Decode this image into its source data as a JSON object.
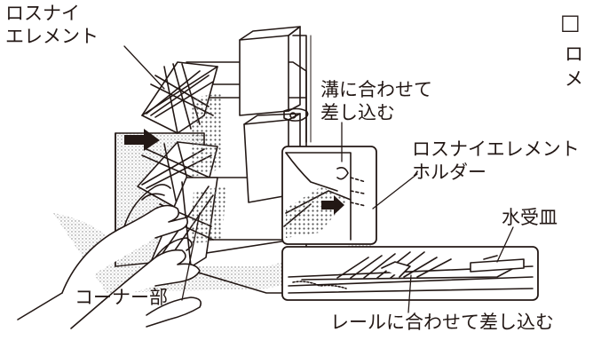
{
  "labels": {
    "element": "ロスナイ\nエレメント",
    "groove": "溝に合わせて\n差し込む",
    "holder": "ロスナイエレメント\nホルダー",
    "drip_tray": "水受皿",
    "corner": "コーナー部",
    "rail": "レールに合わせて差し込む"
  },
  "section_heading": {
    "checkbox": "□",
    "line1": "ロ",
    "line2": "メ"
  },
  "colors": {
    "ink": "#231815",
    "stipple": "#9a9a9a",
    "arrow": "#231815"
  }
}
